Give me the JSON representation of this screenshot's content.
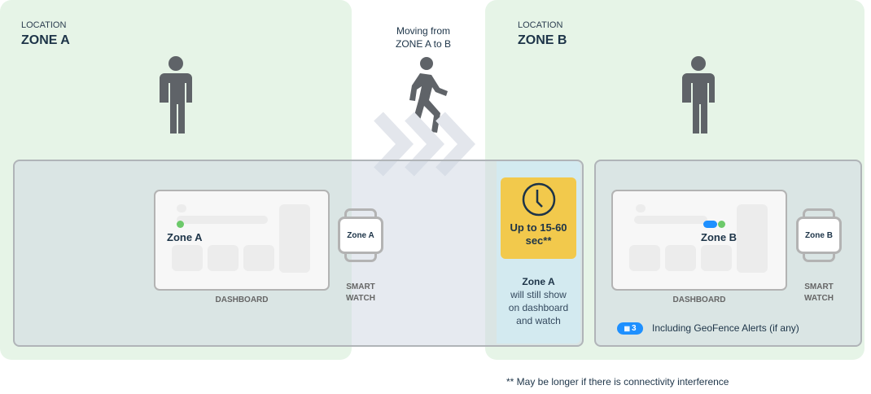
{
  "zone_a": {
    "location_label": "LOCATION",
    "title": "ZONE A"
  },
  "zone_b": {
    "location_label": "LOCATION",
    "title": "ZONE B"
  },
  "moving": {
    "line1": "Moving from",
    "line2": "ZONE A to B"
  },
  "left": {
    "dashboard_zone": "Zone A",
    "dashboard_label": "DASHBOARD",
    "watch_zone": "Zone A",
    "watch_label1": "SMART",
    "watch_label2": "WATCH"
  },
  "transition": {
    "time_line1": "Up to 15-60",
    "time_line2": "sec**",
    "zone": "Zone A",
    "note1": "will still show",
    "note2": "on dashboard",
    "note3": "and watch"
  },
  "right": {
    "dashboard_zone": "Zone B",
    "dashboard_label": "DASHBOARD",
    "watch_zone": "Zone B",
    "watch_label1": "SMART",
    "watch_label2": "WATCH",
    "geofence_count": "3",
    "geofence_text": "Including GeoFence Alerts (if any)"
  },
  "footnote": "** May be longer if there is connectivity interference",
  "colors": {
    "zone_bg": "#e6f4e7",
    "clock_bg": "#f2c94c",
    "status_green": "#6cc96a",
    "badge_blue": "#1e90ff"
  }
}
